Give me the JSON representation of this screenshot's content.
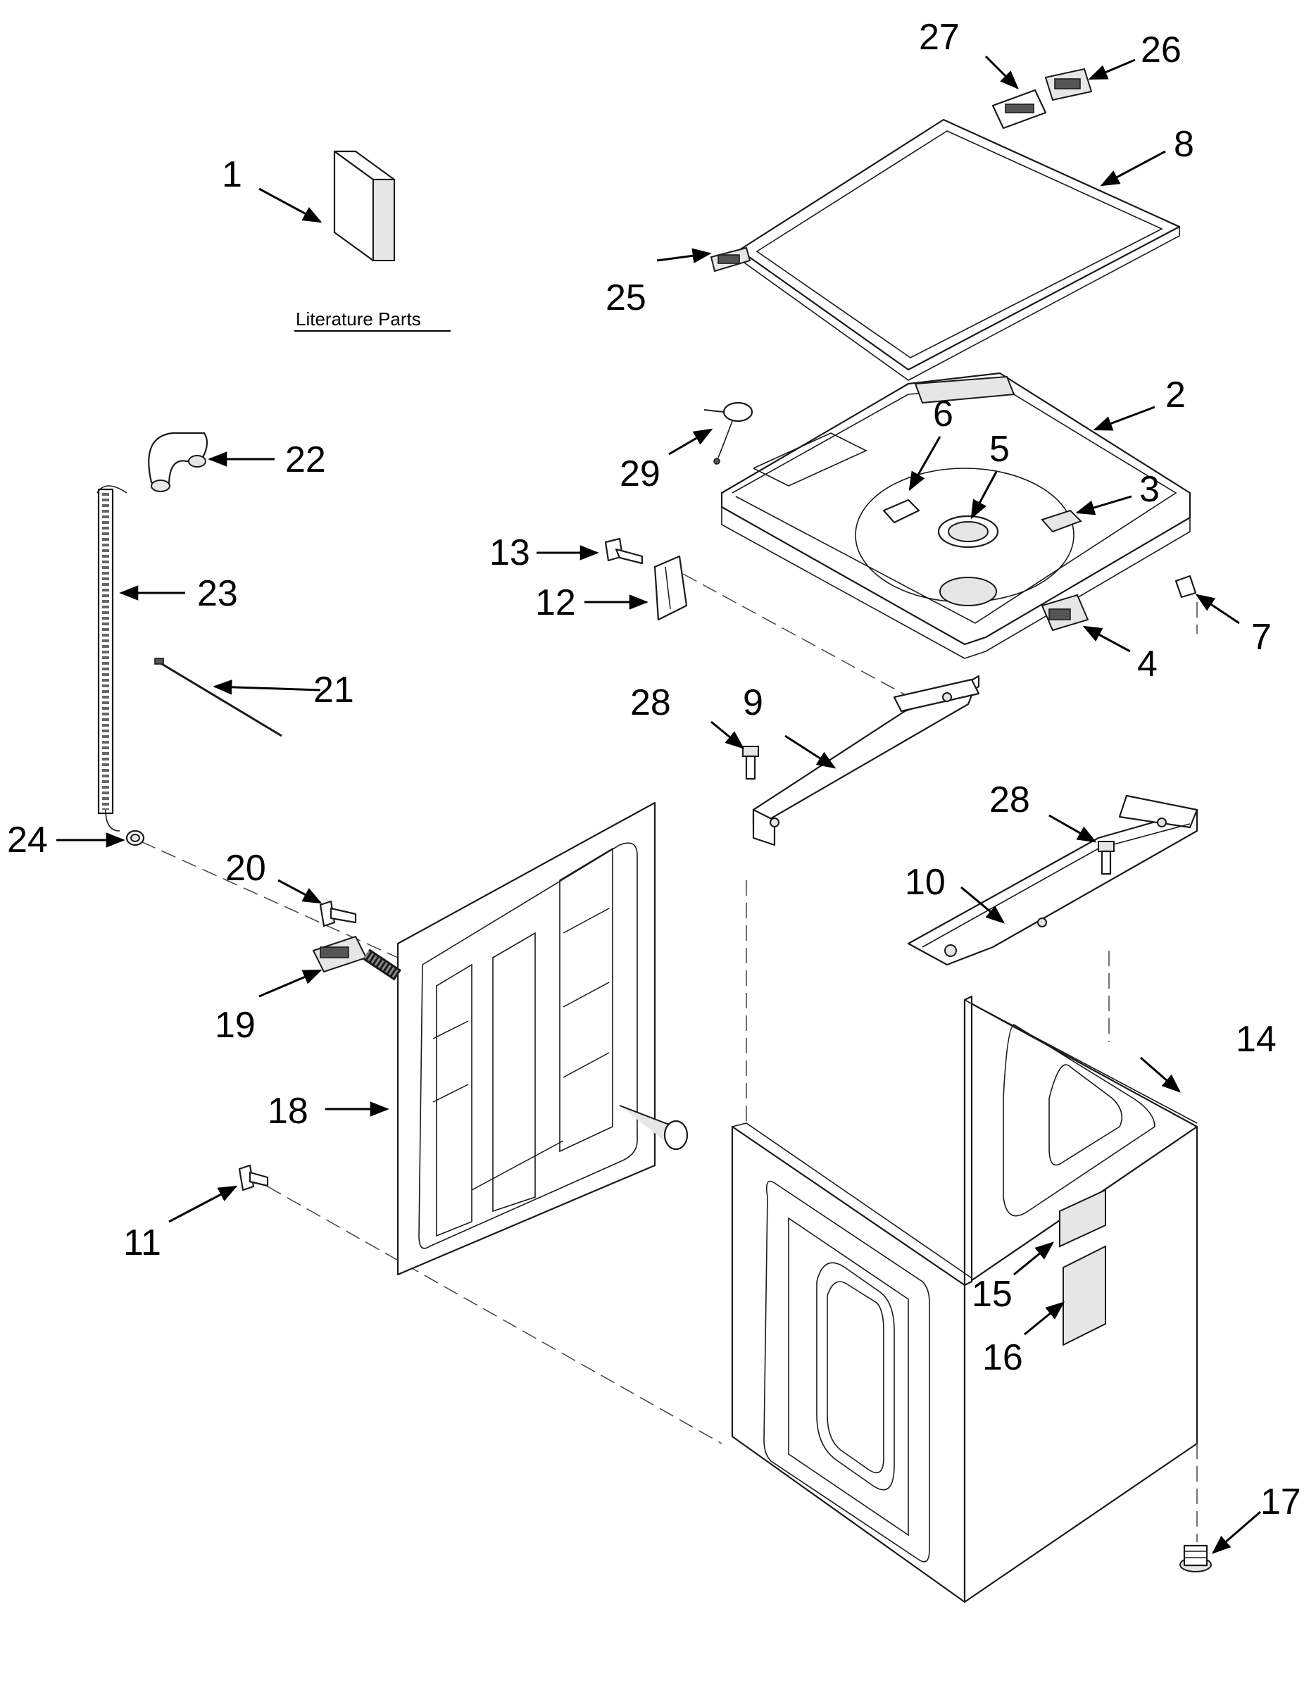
{
  "literature_label": "Literature Parts",
  "callouts": {
    "c1": "1",
    "c2": "2",
    "c3": "3",
    "c4": "4",
    "c5": "5",
    "c6": "6",
    "c7": "7",
    "c8": "8",
    "c9": "9",
    "c10": "10",
    "c11": "11",
    "c12": "12",
    "c13": "13",
    "c14": "14",
    "c15": "15",
    "c16": "16",
    "c17": "17",
    "c18": "18",
    "c19": "19",
    "c20": "20",
    "c21": "21",
    "c22": "22",
    "c23": "23",
    "c24": "24",
    "c25": "25",
    "c26": "26",
    "c27": "27",
    "c28a": "28",
    "c28b": "28",
    "c29": "29"
  },
  "colors": {
    "line": "#1a1a1a",
    "background": "#ffffff"
  }
}
